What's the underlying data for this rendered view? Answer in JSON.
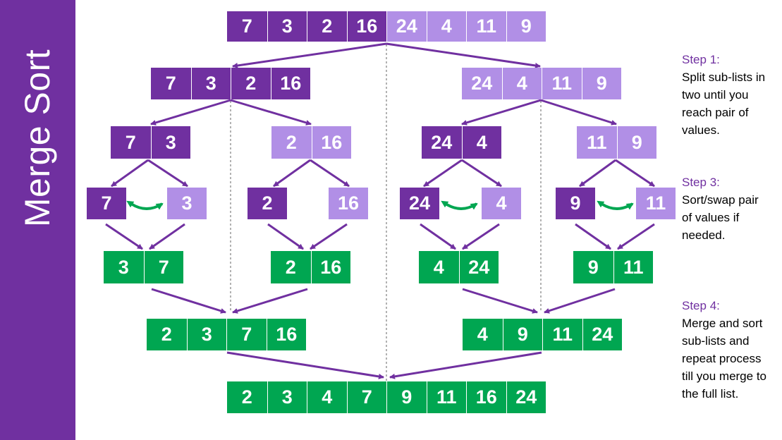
{
  "sidebar": {
    "title": "Merge Sort"
  },
  "colors": {
    "dark_purple": "#7030a0",
    "light_purple": "#b18fe6",
    "green": "#00a651",
    "swap_arrow": "#00a651"
  },
  "rows": {
    "r0": [
      "7",
      "3",
      "2",
      "16",
      "24",
      "4",
      "11",
      "9"
    ],
    "r1_left": [
      "7",
      "3",
      "2",
      "16"
    ],
    "r1_right": [
      "24",
      "4",
      "11",
      "9"
    ],
    "r2_a": [
      "7",
      "3"
    ],
    "r2_b": [
      "2",
      "16"
    ],
    "r2_c": [
      "24",
      "4"
    ],
    "r2_d": [
      "11",
      "9"
    ],
    "r3": [
      "7",
      "3",
      "2",
      "16",
      "24",
      "4",
      "9",
      "11"
    ],
    "r4_a": [
      "3",
      "7"
    ],
    "r4_b": [
      "2",
      "16"
    ],
    "r4_c": [
      "4",
      "24"
    ],
    "r4_d": [
      "9",
      "11"
    ],
    "r5_left": [
      "2",
      "3",
      "7",
      "16"
    ],
    "r5_right": [
      "4",
      "9",
      "11",
      "24"
    ],
    "r6": [
      "2",
      "3",
      "4",
      "7",
      "9",
      "11",
      "16",
      "24"
    ]
  },
  "steps": [
    {
      "title": "Step 1:",
      "text": [
        "Split sub-lists in",
        "two until you",
        "reach pair of",
        "values."
      ]
    },
    {
      "title": "Step 3:",
      "text": [
        "Sort/swap pair",
        "of values if",
        "needed."
      ]
    },
    {
      "title": "Step 4:",
      "text": [
        "Merge and sort",
        "sub-lists and",
        "repeat process",
        "till you merge to",
        "the full list."
      ]
    }
  ]
}
